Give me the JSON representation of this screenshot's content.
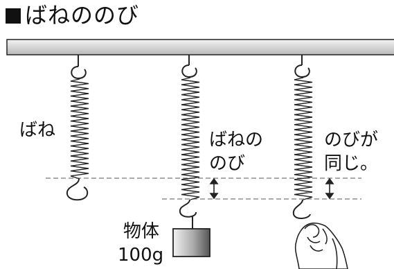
{
  "title": "ばねののび",
  "labels": {
    "spring": "ばね",
    "stretch_line1": "ばねの",
    "stretch_line2": "のび",
    "same_line1": "のびが",
    "same_line2": "同じ。",
    "object_line1": "物体",
    "object_line2": "100g"
  },
  "colors": {
    "bar_fill": "#d6d6d6",
    "line": "#111111",
    "dashed": "#777777",
    "weight_light": "#eeeeee",
    "weight_dark": "#666666"
  },
  "icons": [
    "spring-icon",
    "hook-icon",
    "weight-block-icon",
    "hand-icon",
    "double-arrow-icon"
  ]
}
